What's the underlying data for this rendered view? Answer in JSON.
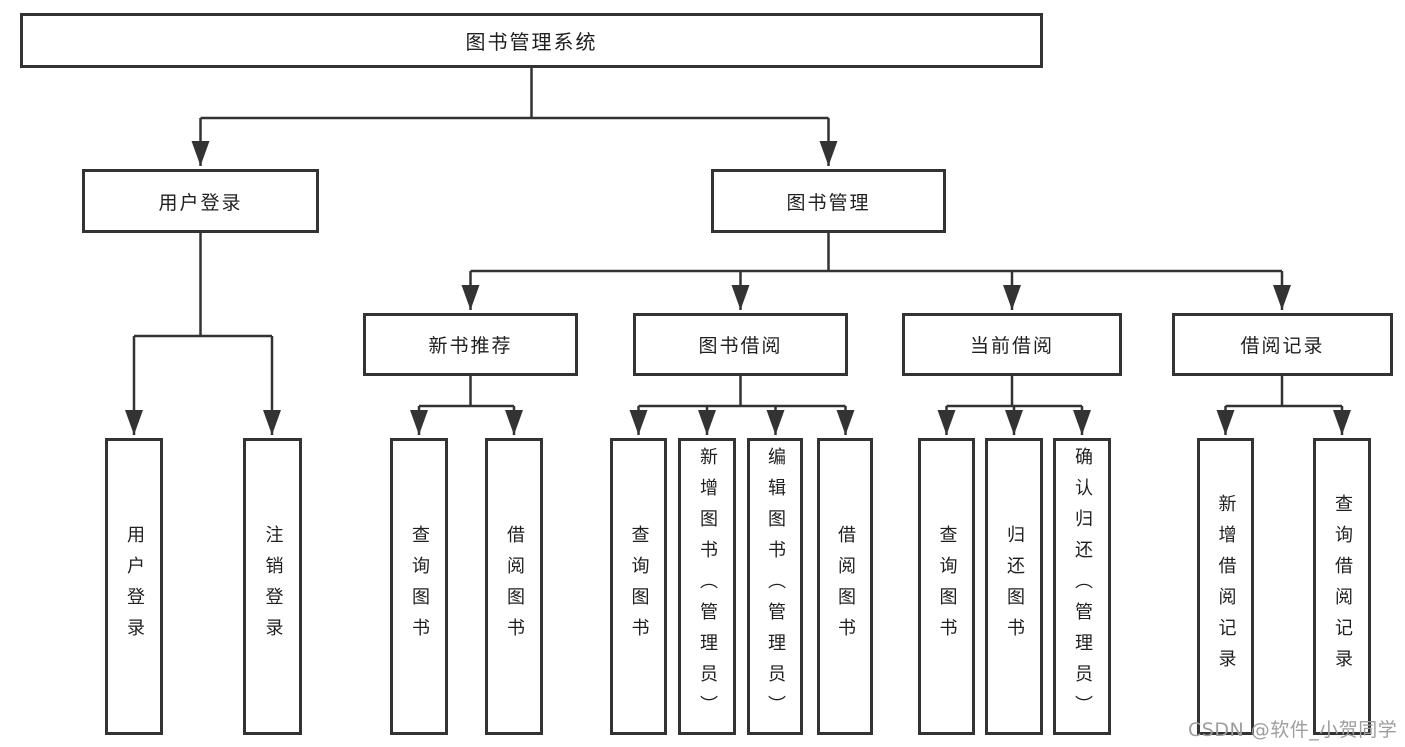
{
  "diagram_type": "hierarchy-tree",
  "colors": {
    "background": "#ffffff",
    "line": "#333333",
    "box_border": "#333333",
    "text": "#1f1f1f",
    "watermark": "#9e9e9e"
  },
  "nodes": {
    "root": "图书管理系统",
    "l2_user_login": "用户登录",
    "l2_book_mgmt": "图书管理",
    "l3_new_rec": "新书推荐",
    "l3_book_borrow": "图书借阅",
    "l3_current": "当前借阅",
    "l3_records": "借阅记录",
    "leaf_user_login": "用户登录",
    "leaf_logout": "注销登录",
    "leaf_rec_query": "查询图书",
    "leaf_rec_borrow": "借阅图书",
    "leaf_bb_query": "查询图书",
    "leaf_bb_add": "新增图书（管理员）",
    "leaf_bb_edit": "编辑图书（管理员）",
    "leaf_bb_borrow": "借阅图书",
    "leaf_cur_query": "查询图书",
    "leaf_cur_return": "归还图书",
    "leaf_cur_confirm": "确认归还（管理员）",
    "leaf_new_record": "新增借阅记录",
    "leaf_query_record": "查询借阅记录"
  },
  "hierarchy": {
    "图书管理系统": [
      "用户登录",
      "图书管理"
    ],
    "用户登录": [
      "用户登录",
      "注销登录"
    ],
    "图书管理": [
      "新书推荐",
      "图书借阅",
      "当前借阅",
      "借阅记录"
    ],
    "新书推荐": [
      "查询图书",
      "借阅图书"
    ],
    "图书借阅": [
      "查询图书",
      "新增图书（管理员）",
      "编辑图书（管理员）",
      "借阅图书"
    ],
    "当前借阅": [
      "查询图书",
      "归还图书",
      "确认归还（管理员）"
    ],
    "借阅记录": [
      "新增借阅记录",
      "查询借阅记录"
    ]
  },
  "watermark": {
    "text": "CSDN @软件_小贺同学"
  }
}
